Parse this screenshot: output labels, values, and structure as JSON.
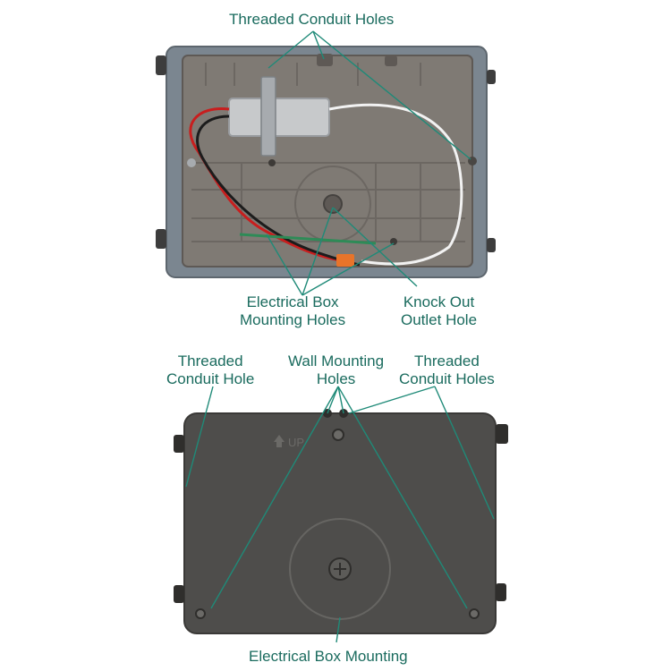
{
  "colors": {
    "label": "#1a6b5e",
    "leader": "#1f8a78",
    "housing_frame": "#7b8690",
    "housing_inner": "#7f7a74",
    "back_panel": "#4e4d4b"
  },
  "top_view": {
    "labels": {
      "threaded_conduit_holes": "Threaded Conduit Holes",
      "electrical_box_mounting_holes_line1": "Electrical Box",
      "electrical_box_mounting_holes_line2": "Mounting Holes",
      "knock_out_outlet_hole_line1": "Knock Out",
      "knock_out_outlet_hole_line2": "Outlet Hole"
    }
  },
  "bottom_view": {
    "labels": {
      "threaded_conduit_hole_line1": "Threaded",
      "threaded_conduit_hole_line2": "Conduit Hole",
      "wall_mounting_holes_line1": "Wall Mounting",
      "wall_mounting_holes_line2": "Holes",
      "threaded_conduit_holes_line1": "Threaded",
      "threaded_conduit_holes_line2": "Conduit Holes",
      "electrical_box_mounting": "Electrical Box Mounting",
      "up_marking": "UP"
    }
  }
}
